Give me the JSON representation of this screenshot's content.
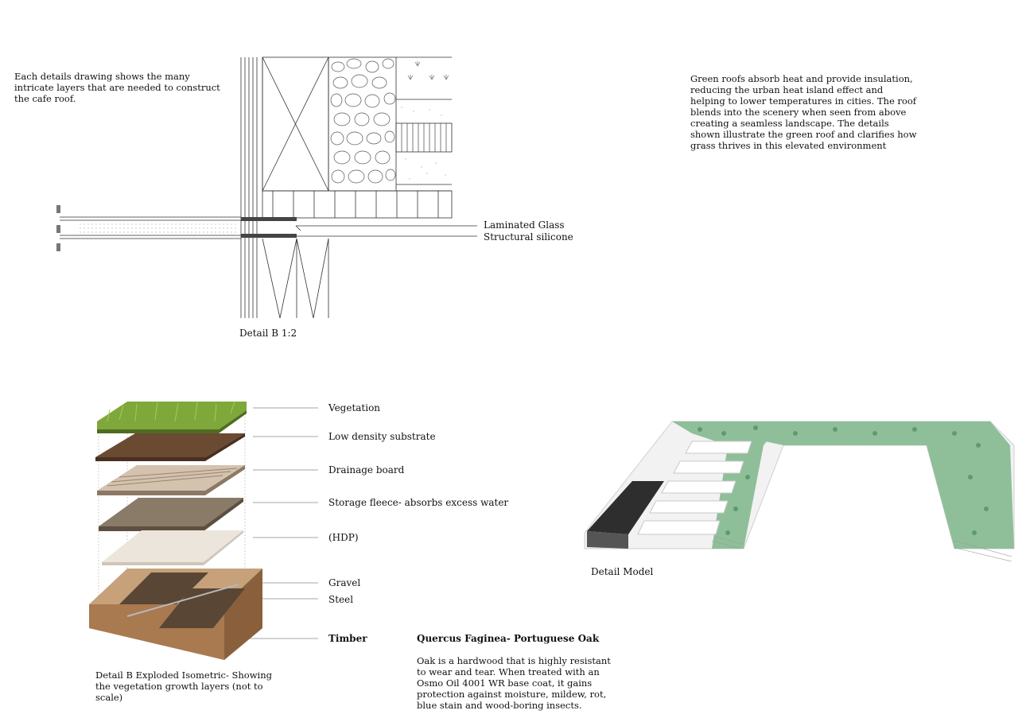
{
  "intro_text": "Each details drawing shows the many intricate layers that are needed to construct the cafe roof.",
  "green_roof_text": "Green roofs absorb heat and provide insulation, reducing the urban heat island effect and helping to lower temperatures in cities. The roof blends into the scenery when seen from above creating a seamless landscape. The details shown illustrate the green roof and clarifies how grass thrives in this elevated environment",
  "section_detail": {
    "labels": [
      "Laminated Glass",
      "Structural silicone"
    ],
    "caption": "Detail B 1:2"
  },
  "exploded": {
    "layers": [
      "Vegetation",
      "Low density substrate",
      "Drainage board",
      "Storage fleece- absorbs excess water",
      "(HDP)",
      "Gravel",
      "Steel",
      "Timber"
    ],
    "caption": "Detail B Exploded Isometric- Showing the vegetation growth layers  (not to scale)"
  },
  "model_caption": "Detail Model",
  "oak": {
    "title": "Quercus Faginea- Portuguese Oak",
    "body": "Oak is a hardwood that is highly resistant to wear and tear. When treated with an Osmo Oil 4001 WR base coat, it gains protection against moisture, mildew, rot, blue stain and wood-boring insects."
  },
  "colors": {
    "grass": "#7fa83a",
    "soil": "#6b4a32",
    "timber": "#a9794f",
    "moss": "#8fbf99"
  }
}
